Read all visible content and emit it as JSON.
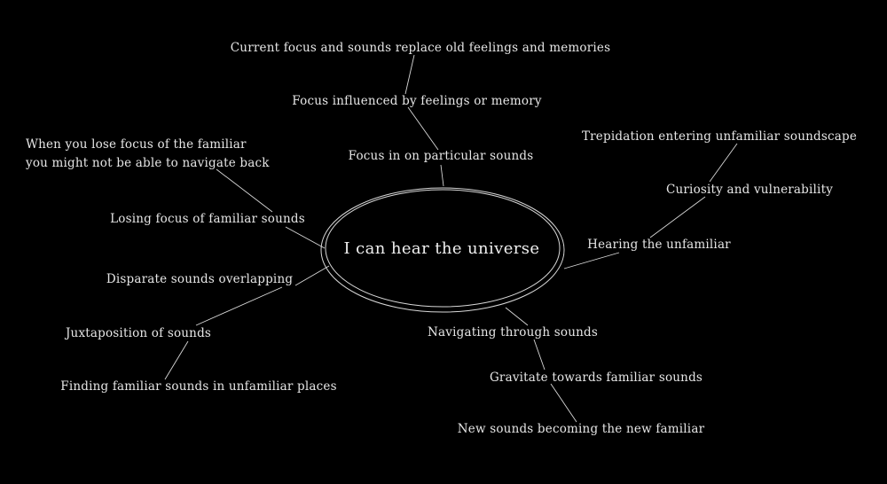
{
  "center": {
    "label": "I can hear the universe"
  },
  "nodes": {
    "current_focus": "Current focus and sounds replace old feelings and memories",
    "focus_influenced": "Focus influenced by feelings or memory",
    "focus_in": "Focus in on particular sounds",
    "trepidation": "Trepidation entering unfamiliar soundscape",
    "curiosity": "Curiosity and vulnerability",
    "hearing_unfamiliar": "Hearing the unfamiliar",
    "lose_focus_line1": "When you lose focus of the familiar",
    "lose_focus_line2": "you might not be able to navigate back",
    "losing_focus": "Losing focus of familiar sounds",
    "disparate": "Disparate sounds overlapping",
    "juxtaposition": "Juxtaposition of sounds",
    "finding_familiar": "Finding familiar sounds in unfamiliar places",
    "navigating": "Navigating through sounds",
    "gravitate": "Gravitate towards familiar sounds",
    "new_sounds": "New sounds becoming the new familiar"
  },
  "colors": {
    "background": "#000000",
    "text": "#e6e6e6",
    "lines": "#d8d8d8"
  }
}
